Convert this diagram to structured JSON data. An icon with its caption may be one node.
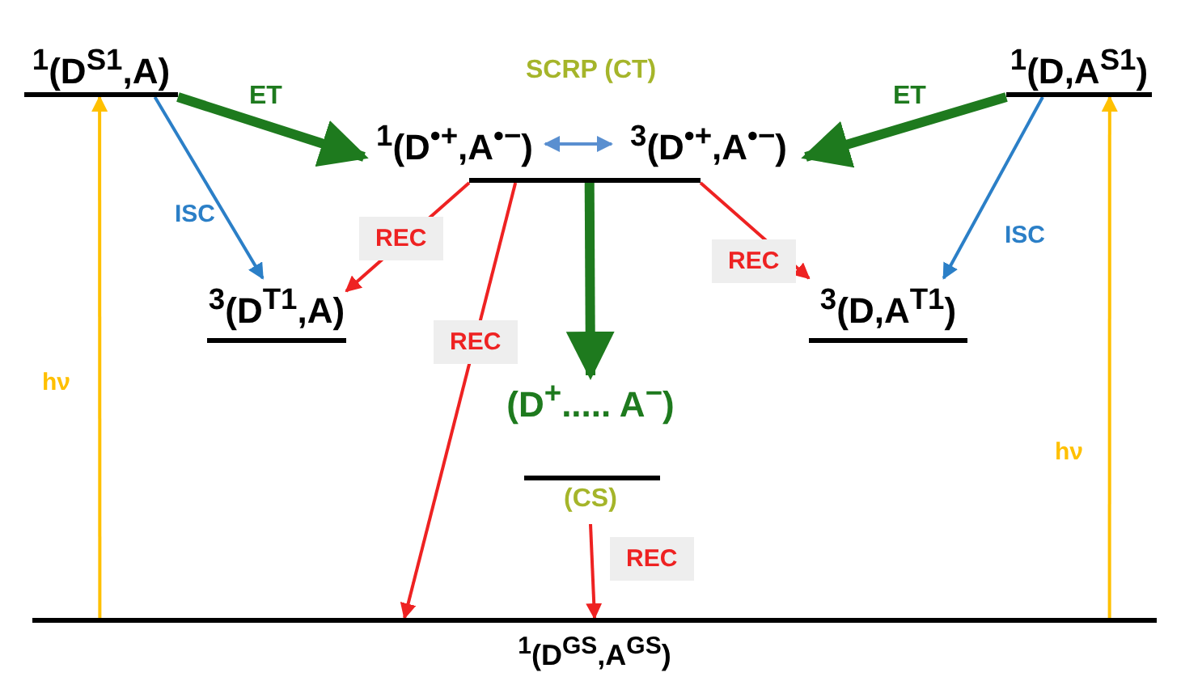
{
  "diagram": {
    "nodes": [
      {
        "text": [
          "$^{1}$(D$^{S1}$,A)"
        ]
      },
      {
        "text": [
          "$^{1}$(D,A$^{S1}$)"
        ]
      },
      {
        "text": [],
        "shape": "bar"
      },
      {
        "text": [
          "$^{1}$(D$^{•+}$,A$^{•−}$)"
        ]
      },
      {
        "text": [
          "$^{3}$(D$^{•+}$,A$^{•−}$)"
        ]
      },
      {
        "text": [
          "$^{3}$(D$^{T1}$,A)"
        ]
      },
      {
        "text": [
          "$^{3}$(D,A$^{T1}$)"
        ]
      },
      {
        "text": [
          "(D$^{+}$..... A$^{−}$)"
        ],
        "beside": [
          "(CS)"
        ]
      },
      {
        "text": [
          "$^{1}$(D$^{GS}$,A$^{GS}$)"
        ]
      }
    ],
    "edges": [
      {
        "from": 0,
        "to": 3,
        "arrow": "to",
        "label": "ET",
        "style": "thick",
        "color": "#1e7a1e"
      },
      {
        "from": 1,
        "to": 4,
        "arrow": "to",
        "label": "ET",
        "style": "thick",
        "color": "#1e7a1e"
      },
      {
        "from": 0,
        "to": 5,
        "arrow": "to",
        "label": "ISC",
        "color": "#2b7fc7"
      },
      {
        "from": 1,
        "to": 6,
        "arrow": "to",
        "label": "ISC",
        "color": "#2b7fc7"
      },
      {
        "from": 3,
        "to": 4,
        "arrow": "both",
        "color": "#5a8fd0"
      },
      {
        "from": 2,
        "to": 5,
        "arrow": "to",
        "label": "REC"
      },
      {
        "from": 2,
        "to": 6,
        "arrow": "to",
        "label": "REC"
      },
      {
        "from": 2,
        "to": 8,
        "arrow": "to",
        "label": "REC"
      },
      {
        "from": 2,
        "to": 7,
        "arrow": "to",
        "style": "thick",
        "color": "#1e7a1e"
      },
      {
        "from": 7,
        "to": 8,
        "arrow": "to",
        "label": "REC"
      },
      {
        "from": 8,
        "to": 0,
        "arrow": "to",
        "label": "hν",
        "color": "#ffc000"
      },
      {
        "from": 8,
        "to": 1,
        "arrow": "to",
        "label": "hν",
        "color": "#ffc000"
      }
    ],
    "labels": [
      "SCRP (CT)"
    ]
  }
}
